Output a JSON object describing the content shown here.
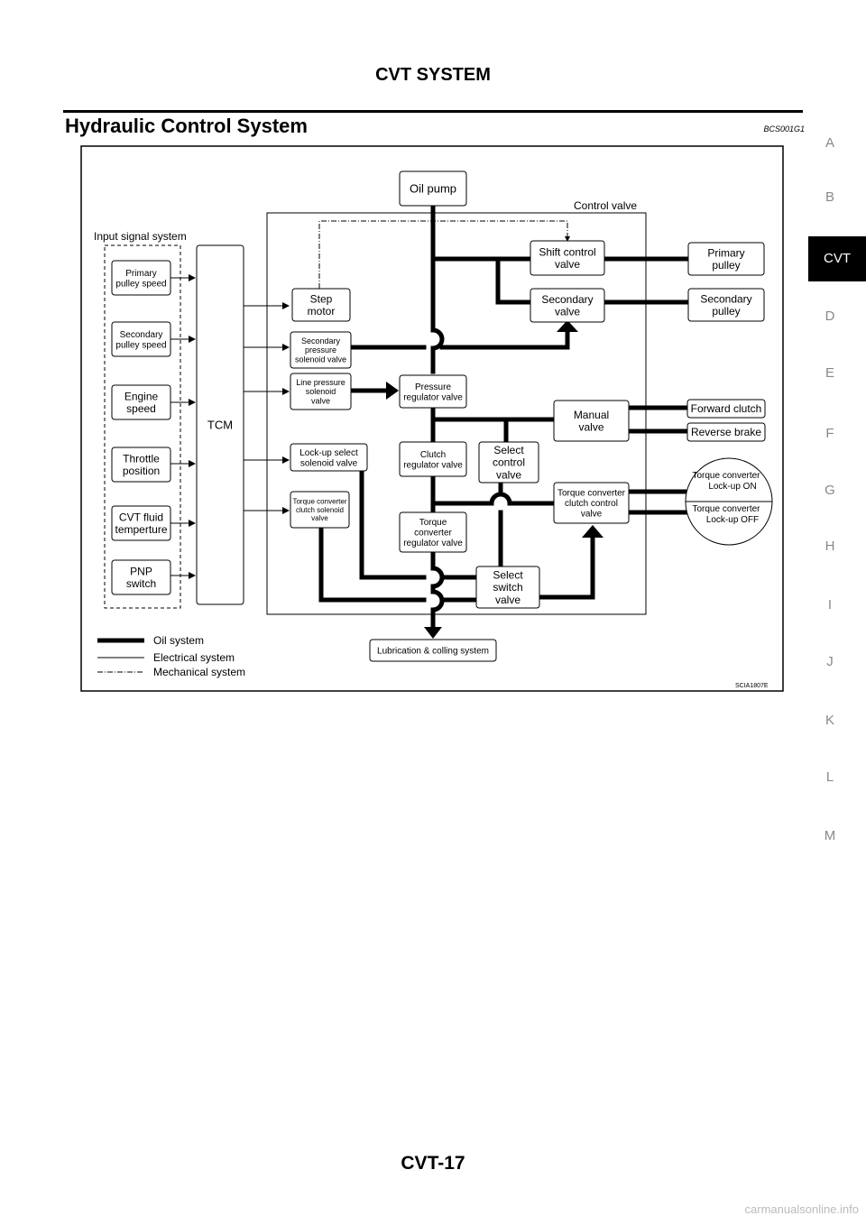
{
  "page": {
    "header": "CVT SYSTEM",
    "section_title": "Hydraulic Control System",
    "section_code": "BCS001G1",
    "footer": "CVT-17",
    "watermark": "carmanualsonline.info",
    "side_tabs": [
      "A",
      "B",
      "CVT",
      "D",
      "E",
      "F",
      "G",
      "H",
      "I",
      "J",
      "K",
      "L",
      "M"
    ],
    "active_tab": "CVT"
  },
  "diagram": {
    "group_input": "Input signal system",
    "group_control": "Control valve",
    "figure_code": "SCIA1807E",
    "boxes": {
      "oil_pump": [
        "Oil pump"
      ],
      "primary_speed": [
        "Primary",
        "pulley speed"
      ],
      "secondary_speed": [
        "Secondary",
        "pulley speed"
      ],
      "engine_speed": [
        "Engine",
        "speed"
      ],
      "throttle": [
        "Throttle",
        "position"
      ],
      "fluid_temp": [
        "CVT fluid",
        "temperture"
      ],
      "pnp": [
        "PNP",
        "switch"
      ],
      "tcm": [
        "TCM"
      ],
      "step_motor": [
        "Step",
        "motor"
      ],
      "sec_solenoid": [
        "Secondary",
        "pressure",
        "solenoid valve"
      ],
      "line_solenoid": [
        "Line pressure",
        "solenoid",
        "valve"
      ],
      "lockup_solenoid": [
        "Lock-up select",
        "solenoid valve"
      ],
      "tc_solenoid": [
        "Torque converter",
        "clutch solenoid",
        "valve"
      ],
      "pressure_reg": [
        "Pressure",
        "regulator valve"
      ],
      "clutch_reg": [
        "Clutch",
        "regulator valve"
      ],
      "tc_reg": [
        "Torque",
        "converter",
        "regulator valve"
      ],
      "select_control": [
        "Select",
        "control",
        "valve"
      ],
      "select_switch": [
        "Select",
        "switch",
        "valve"
      ],
      "shift_control": [
        "Shift control",
        "valve"
      ],
      "secondary_valve": [
        "Secondary",
        "valve"
      ],
      "manual_valve": [
        "Manual",
        "valve"
      ],
      "tc_clutch_control": [
        "Torque converter",
        "clutch control",
        "valve"
      ],
      "primary_pulley": [
        "Primary",
        "pulley"
      ],
      "secondary_pulley": [
        "Secondary",
        "pulley"
      ],
      "forward_clutch": [
        "Forward clutch"
      ],
      "reverse_brake": [
        "Reverse brake"
      ],
      "lubrication": [
        "Lubrication & colling system"
      ],
      "lockup_on": [
        "Torque converter",
        "Lock-up ON"
      ],
      "lockup_off": [
        "Torque converter",
        "Lock-up OFF"
      ]
    },
    "legend": {
      "oil": "Oil system",
      "electrical": "Electrical system",
      "mechanical": "Mechanical system"
    }
  }
}
